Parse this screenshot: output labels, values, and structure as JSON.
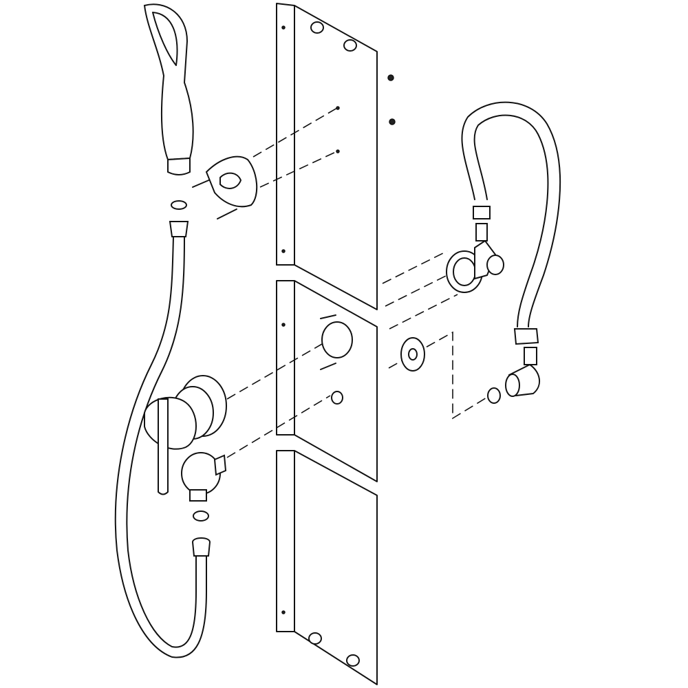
{
  "diagram": {
    "kind": "exploded-view",
    "colors": {
      "line": "#111111",
      "background": "#ffffff"
    },
    "parts": [
      "hand-shower",
      "shower-holder",
      "shower-hose",
      "mixer-handle",
      "wall-outlet",
      "wall-panel-top",
      "wall-panel-middle",
      "wall-panel-bottom",
      "diverter-valve",
      "supply-hose",
      "elbow-connector"
    ]
  }
}
